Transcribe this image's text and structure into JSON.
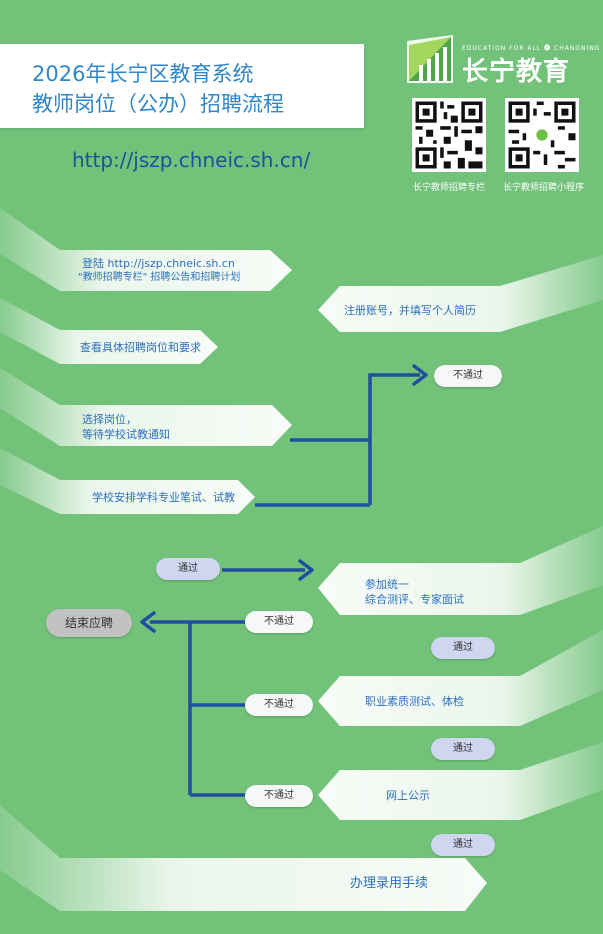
{
  "header": {
    "title_line1": "2026年长宁区教育系统",
    "title_line2": "教师岗位（公办）招聘流程",
    "url": "http://jszp.chneic.sh.cn/"
  },
  "logo": {
    "tagline": "EDUCATION FOR ALL 🅧 CHANGNING",
    "name": "长宁教育"
  },
  "qr_codes": [
    {
      "label": "长宁教师招聘专栏"
    },
    {
      "label": "长宁教师招聘小程序"
    }
  ],
  "steps": {
    "login_line1": "登陆  http://jszp.chneic.sh.cn",
    "login_line2": "\"教师招聘专栏\" 招聘公告和招聘计划",
    "register": "注册账号，并填写个人简历",
    "view_positions": "查看具体招聘岗位和要求",
    "choose_line1": "选择岗位，",
    "choose_line2": "等待学校试教通知",
    "school_test": "学校安排学科专业笔试、试教",
    "unified_line1": "参加统一",
    "unified_line2": "综合测评、专家面试",
    "professional": "职业素质测试、体检",
    "publicity": "网上公示",
    "onboarding": "办理录用手续"
  },
  "pills": {
    "fail_top": "不通过",
    "pass_left": "通过",
    "end": "结束应聘",
    "fail_1": "不通过",
    "fail_2": "不通过",
    "fail_3": "不通过",
    "pass_1": "通过",
    "pass_2": "通过",
    "pass_3": "通过"
  },
  "colors": {
    "background": "#72c27a",
    "title_text": "#2f86c9",
    "url_text": "#1f4fa0",
    "step_text": "#2c6fbf",
    "flow_line": "#1f4fa0"
  }
}
